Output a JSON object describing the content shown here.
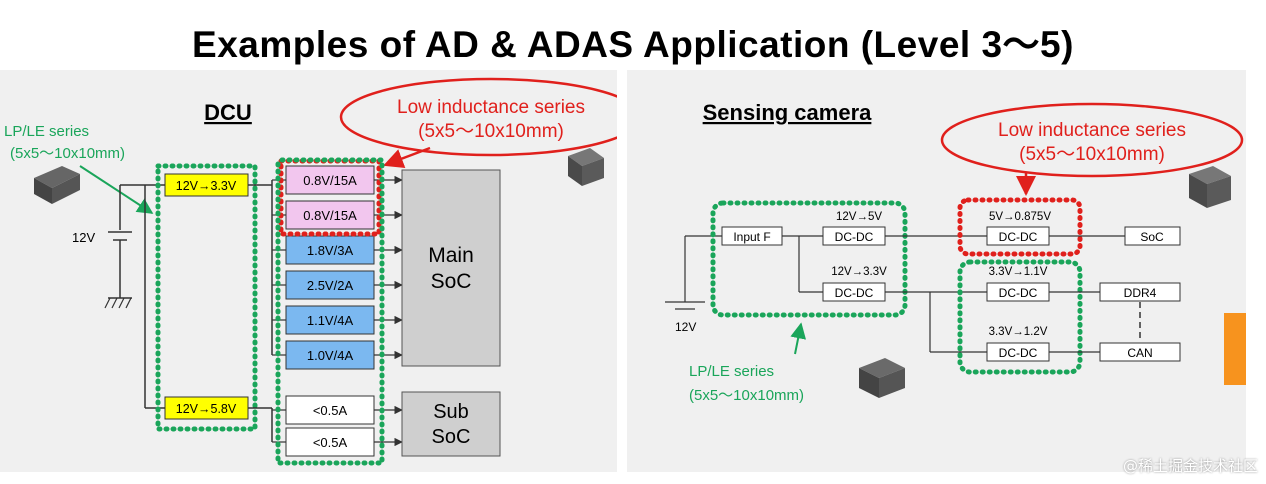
{
  "title": "Examples of AD & ADAS Application (Level 3～5)",
  "colors": {
    "green_dotted": "#1aa55a",
    "red_dotted": "#e0201c",
    "yellow_box": "#ffff00",
    "pink_box": "#f2c6ee",
    "blue_box": "#7bb8f0",
    "soc_gray": "#cfcfcf",
    "callout_red": "#e0201c",
    "orange_tab": "#f7931e"
  },
  "dcu": {
    "heading": "DCU",
    "callout": {
      "line1": "Low inductance series",
      "line2": "(5x5～10x10mm)"
    },
    "lp_le": {
      "line1": "LP/LE series",
      "line2": "(5x5～10x10mm)"
    },
    "input_voltage": "12V",
    "converters": [
      "12V→3.3V",
      "12V→5.8V"
    ],
    "rails_pink": [
      "0.8V/15A",
      "0.8V/15A"
    ],
    "rails_blue": [
      "1.8V/3A",
      "2.5V/2A",
      "1.1V/4A",
      "1.0V/4A"
    ],
    "rails_white": [
      "<0.5A",
      "<0.5A"
    ],
    "main_soc": {
      "line1": "Main",
      "line2": "SoC"
    },
    "sub_soc": {
      "line1": "Sub",
      "line2": "SoC"
    }
  },
  "camera": {
    "heading": "Sensing camera",
    "callout": {
      "line1": "Low inductance series",
      "line2": "(5x5～10x10mm)"
    },
    "lp_le": {
      "line1": "LP/LE series",
      "line2": "(5x5～10x10mm)"
    },
    "input_voltage": "12V",
    "input_filter": "Input F",
    "dcdc_label": "DC-DC",
    "conv_labels": [
      "12V→5V",
      "12V→3.3V",
      "5V→0.875V",
      "3.3V→1.1V",
      "3.3V→1.2V"
    ],
    "loads": [
      "SoC",
      "DDR4",
      "CAN"
    ]
  },
  "watermark": "@稀土掘金技术社区"
}
